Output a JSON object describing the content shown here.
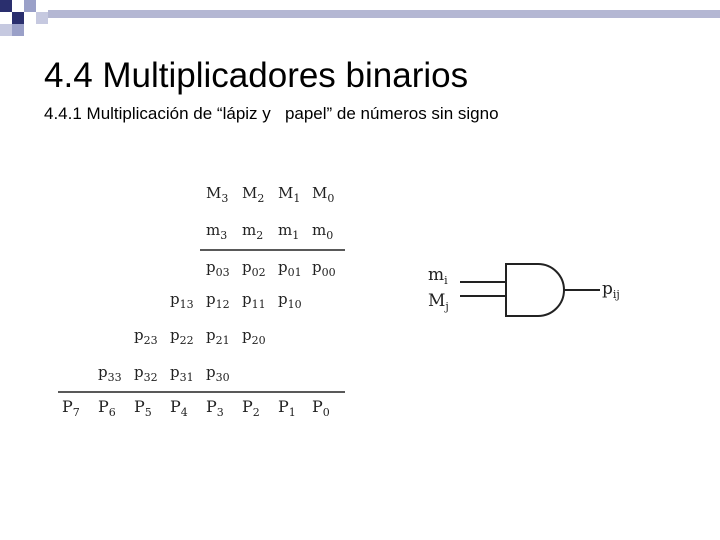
{
  "slide": {
    "title": "4.4 Multiplicadores binarios",
    "subtitle": "4.4.1 Multiplicación de “lápiz y   papel” de números sin signo"
  },
  "figure": {
    "multiplicand": [
      {
        "base": "M",
        "sub": "3"
      },
      {
        "base": "M",
        "sub": "2"
      },
      {
        "base": "M",
        "sub": "1"
      },
      {
        "base": "M",
        "sub": "0"
      }
    ],
    "multiplier": [
      {
        "base": "m",
        "sub": "3"
      },
      {
        "base": "m",
        "sub": "2"
      },
      {
        "base": "m",
        "sub": "1"
      },
      {
        "base": "m",
        "sub": "0"
      }
    ],
    "partial_row_0": [
      {
        "base": "p",
        "sub": "03"
      },
      {
        "base": "p",
        "sub": "02"
      },
      {
        "base": "p",
        "sub": "01"
      },
      {
        "base": "p",
        "sub": "00"
      }
    ],
    "partial_row_1": [
      {
        "base": "p",
        "sub": "13"
      },
      {
        "base": "p",
        "sub": "12"
      },
      {
        "base": "p",
        "sub": "11"
      },
      {
        "base": "p",
        "sub": "10"
      }
    ],
    "partial_row_2": [
      {
        "base": "p",
        "sub": "23"
      },
      {
        "base": "p",
        "sub": "22"
      },
      {
        "base": "p",
        "sub": "21"
      },
      {
        "base": "p",
        "sub": "20"
      }
    ],
    "partial_row_3": [
      {
        "base": "p",
        "sub": "33"
      },
      {
        "base": "p",
        "sub": "32"
      },
      {
        "base": "p",
        "sub": "31"
      },
      {
        "base": "p",
        "sub": "30"
      }
    ],
    "product": [
      {
        "base": "P",
        "sub": "7"
      },
      {
        "base": "P",
        "sub": "6"
      },
      {
        "base": "P",
        "sub": "5"
      },
      {
        "base": "P",
        "sub": "4"
      },
      {
        "base": "P",
        "sub": "3"
      },
      {
        "base": "P",
        "sub": "2"
      },
      {
        "base": "P",
        "sub": "1"
      },
      {
        "base": "P",
        "sub": "0"
      }
    ],
    "gate": {
      "input_a": {
        "base": "m",
        "sub": "i"
      },
      "input_b": {
        "base": "M",
        "sub": "j"
      },
      "output": {
        "base": "p",
        "sub": "ij"
      }
    }
  }
}
